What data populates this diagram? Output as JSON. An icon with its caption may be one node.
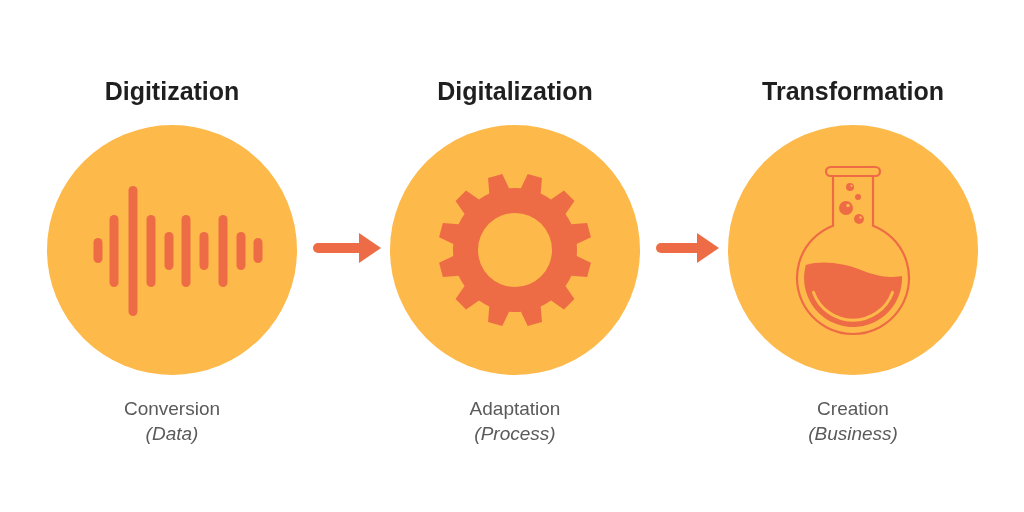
{
  "diagram": {
    "nodes": [
      {
        "text": [
          "Digitization"
        ],
        "beside": [
          "Conversion",
          "(Data)"
        ]
      },
      {
        "text": [
          "Digitalization"
        ],
        "beside": [
          "Adaptation",
          "(Process)"
        ]
      },
      {
        "text": [
          "Transformation"
        ],
        "beside": [
          "Creation",
          "(Business)"
        ]
      }
    ],
    "edges": [
      {
        "from": 0,
        "to": 1,
        "arrow": "to"
      },
      {
        "from": 1,
        "to": 2,
        "arrow": "to"
      }
    ]
  }
}
